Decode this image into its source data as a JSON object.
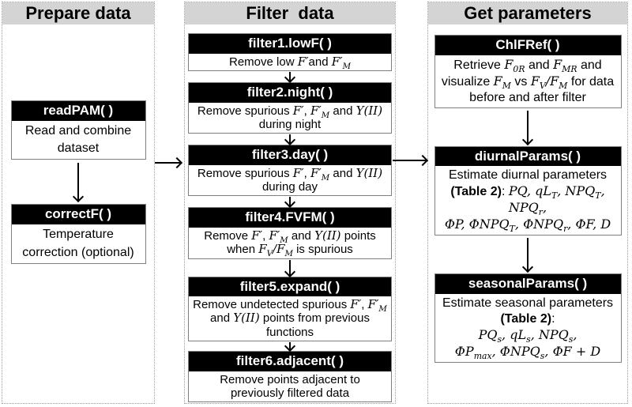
{
  "figure": {
    "type": "workflow-flowchart",
    "columns": 3
  },
  "colors": {
    "panel_title_bg": "#d4d4d4",
    "function_header_bg": "#000000",
    "function_header_text": "#ffffff",
    "box_border": "#7f7f7f",
    "panel_border": "#9a9a9a",
    "arrow": "#000000"
  },
  "panels": [
    {
      "id": "prepare",
      "title": "Prepare data",
      "boxes": [
        {
          "name": "readPAM( )",
          "desc": "Read and combine\ndataset"
        },
        {
          "name": "correctF( )",
          "desc": "Temperature\ncorrection (optional)"
        }
      ]
    },
    {
      "id": "filter",
      "title": "Filter  data",
      "boxes": [
        {
          "name": "filter1.lowF( )",
          "desc": "Remove low $F′$and $F′_{M}$"
        },
        {
          "name": "filter2.night( )",
          "desc": "Remove spurious $F′$, $F′_{M}$ and $Y(II)$\nduring night"
        },
        {
          "name": "filter3.day( )",
          "desc": "Remove spurious $F′$, $F′_{M}$ and $Y(II)$\nduring day"
        },
        {
          "name": "filter4.FVFM( )",
          "desc": "Remove $F′$, $F′_{M}$ and $Y(II)$ points\nwhen $F_{V}/F_{M}$ is spurious"
        },
        {
          "name": "filter5.expand( )",
          "desc": "Remove undetected spurious $F′$, $F′_{M}$\nand $Y(II)$ points from previous\nfunctions"
        },
        {
          "name": "filter6.adjacent( )",
          "desc": "Remove points adjacent to\npreviously filtered data"
        }
      ]
    },
    {
      "id": "parameters",
      "title": "Get parameters",
      "boxes": [
        {
          "name": "ChlFRef( )",
          "desc": "Retrieve $F_{0R}$ and $F_{MR}$ and\nvisualize $F_{M}$ vs $F_{V}/F_{M}$ for data\nbefore and after filter"
        },
        {
          "name": "diurnalParams( )",
          "desc": "Estimate diurnal parameters\n**(Table 2)**: $PQ, qL_{T}, NPQ_{T}, NPQ_{r},$\n$ΦP, ΦNPQ_{T}, ΦNPQ_{r}, ΦF, D$"
        },
        {
          "name": "seasonalParams( )",
          "desc": "Estimate seasonal parameters\n**(Table 2)**:\n$PQ_{s}, qL_{s}, NPQ_{s},$\n$ΦP_{max}, ΦNPQ_{s}, ΦF + D$"
        }
      ]
    }
  ]
}
